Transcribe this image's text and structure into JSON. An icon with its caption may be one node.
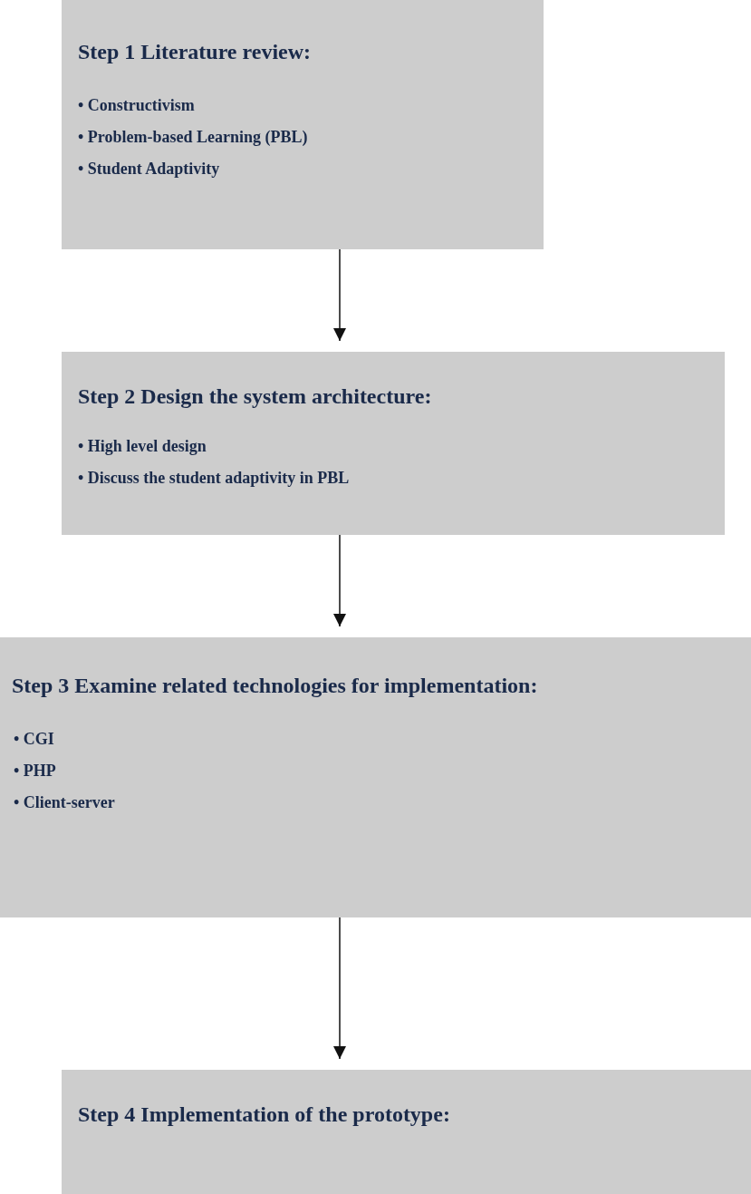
{
  "diagram": {
    "nodes": [
      {
        "text": [
          "Step 1 Literature review:",
          "• Constructivism",
          "• Problem-based Learning (PBL)",
          "• Student Adaptivity"
        ]
      },
      {
        "text": [
          "Step 2 Design the system architecture:",
          "• High level design",
          "• Discuss the student adaptivity in PBL"
        ]
      },
      {
        "text": [
          "Step 3 Examine related technologies for implementation:",
          "• CGI",
          "• PHP",
          "• Client-server"
        ]
      },
      {
        "text": [
          "**Step 4 Implementation of the prototype**:"
        ]
      }
    ],
    "edges": [
      {
        "from": 0,
        "to": 1,
        "arrow": "to"
      },
      {
        "from": 1,
        "to": 2,
        "arrow": "to"
      },
      {
        "from": 2,
        "to": 3,
        "arrow": "to"
      }
    ]
  }
}
